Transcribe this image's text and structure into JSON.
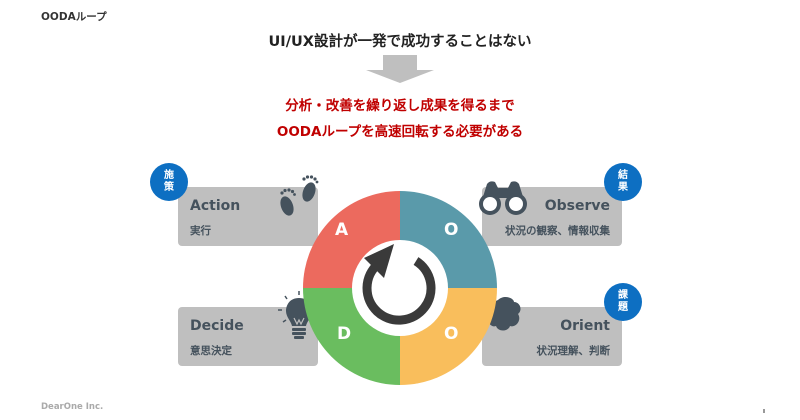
{
  "page": {
    "title": "OODAループ",
    "headline": "UI/UX設計が一発で成功することはない",
    "message_line1": "分析・改善を繰り返し成果を得るまで",
    "message_line2": "OODAループを高速回転する必要がある",
    "footer": "DearOne Inc."
  },
  "colors": {
    "accent_red": "#c00000",
    "badge_blue": "#0d6fc2",
    "card_gray": "#bfbfbf",
    "icon_slate": "#45525d",
    "segment_action": "#ec6a5e",
    "segment_observe": "#5a9aaa",
    "segment_orient": "#f9be5c",
    "segment_decide": "#6abd5f"
  },
  "cycle": {
    "segments": [
      {
        "letter": "A",
        "name": "Action"
      },
      {
        "letter": "O",
        "name": "Observe"
      },
      {
        "letter": "O",
        "name": "Orient"
      },
      {
        "letter": "D",
        "name": "Decide"
      }
    ]
  },
  "cards": {
    "action": {
      "title": "Action",
      "subtitle": "実行",
      "badge": [
        "施",
        "策"
      ],
      "icon": "footprints-icon"
    },
    "observe": {
      "title": "Observe",
      "subtitle": "状況の観察、情報収集",
      "badge": [
        "結",
        "果"
      ],
      "icon": "binoculars-icon"
    },
    "decide": {
      "title": "Decide",
      "subtitle": "意思決定",
      "icon": "lightbulb-icon"
    },
    "orient": {
      "title": "Orient",
      "subtitle": "状況理解、判断",
      "badge": [
        "課",
        "題"
      ],
      "icon": "plug-icon"
    }
  }
}
